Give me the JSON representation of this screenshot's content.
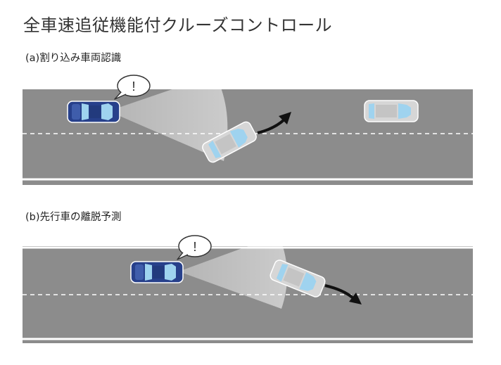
{
  "title": "全車速追従機能付クルーズコントロール",
  "scenes": [
    {
      "label": "(a)割り込み車両認識",
      "alert_glyph": "!"
    },
    {
      "label": "(b)先行車の離脱予測",
      "alert_glyph": "!"
    }
  ],
  "colors": {
    "road": "#8c8c8c",
    "road_edge": "#e6e6e6",
    "lane_dash": "#ffffff",
    "own_car": "#27408b",
    "other_car_body": "#d6d6d6",
    "other_car_glass": "#9fd3ef",
    "sensor_cone": "#ffffff",
    "arrow": "#111111"
  },
  "icons": [
    "speech-bubble-icon",
    "car-icon",
    "curved-arrow-icon"
  ]
}
